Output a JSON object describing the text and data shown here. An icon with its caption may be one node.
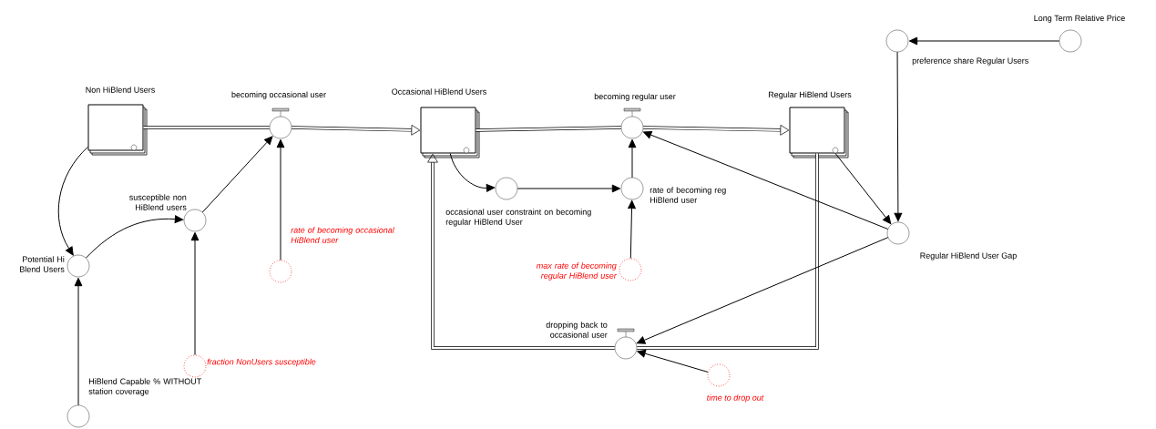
{
  "diagram": {
    "nodes": [
      {
        "text": [
          "Non HiBlend Users"
        ]
      },
      {
        "text": [
          "becoming occasional user"
        ]
      },
      {
        "text": [
          "Occasional HiBlend Users"
        ]
      },
      {
        "text": [
          "becoming regular user"
        ]
      },
      {
        "text": [
          "Regular HiBlend Users"
        ]
      },
      {
        "text": [
          "Potential  Hi Blend Users"
        ]
      },
      {
        "text": [
          "susceptible non HiBlend users"
        ]
      },
      {
        "text": [
          "rate of becoming occasional HiBlend user"
        ]
      },
      {
        "text": [
          "fraction NonUsers susceptible"
        ]
      },
      {
        "text": [
          "HiBlend Capable % WITHOUT station coverage"
        ]
      },
      {
        "text": [
          "occasional user constraint on becoming regular HiBlend User"
        ]
      },
      {
        "text": [
          "rate of becoming reg HiBlend user"
        ]
      },
      {
        "text": [
          "max rate of becoming regular HiBlend user"
        ]
      },
      {
        "text": [
          "Regular HiBlend User Gap"
        ]
      },
      {
        "text": [
          "preference share Regular Users"
        ]
      },
      {
        "text": [
          "Long Term Relative Price"
        ]
      },
      {
        "text": [
          "dropping back to occasional user"
        ]
      },
      {
        "text": [
          "time to drop out"
        ]
      }
    ],
    "edges": [
      {
        "from": 0,
        "to": 1,
        "arrow": "none",
        "style": "thick"
      },
      {
        "from": 1,
        "to": 2,
        "arrow": "to",
        "style": "thick"
      },
      {
        "from": 2,
        "to": 3,
        "arrow": "none",
        "style": "thick"
      },
      {
        "from": 3,
        "to": 4,
        "arrow": "to",
        "style": "thick"
      },
      {
        "from": 4,
        "to": 16,
        "arrow": "none",
        "style": "thick"
      },
      {
        "from": 16,
        "to": 2,
        "arrow": "to",
        "style": "thick"
      },
      {
        "from": 0,
        "to": 5,
        "arrow": "to"
      },
      {
        "from": 5,
        "to": 6,
        "arrow": "to"
      },
      {
        "from": 6,
        "to": 1,
        "arrow": "to"
      },
      {
        "from": 7,
        "to": 1,
        "arrow": "to"
      },
      {
        "from": 8,
        "to": 6,
        "arrow": "to"
      },
      {
        "from": 9,
        "to": 5,
        "arrow": "to"
      },
      {
        "from": 2,
        "to": 10,
        "arrow": "to"
      },
      {
        "from": 10,
        "to": 11,
        "arrow": "to"
      },
      {
        "from": 11,
        "to": 3,
        "arrow": "to"
      },
      {
        "from": 12,
        "to": 11,
        "arrow": "to"
      },
      {
        "from": 13,
        "to": 3,
        "arrow": "to"
      },
      {
        "from": 4,
        "to": 13,
        "arrow": "to"
      },
      {
        "from": 14,
        "to": 13,
        "arrow": "to"
      },
      {
        "from": 15,
        "to": 14,
        "arrow": "to"
      },
      {
        "from": 13,
        "to": 16,
        "arrow": "to"
      },
      {
        "from": 17,
        "to": 16,
        "arrow": "to"
      }
    ]
  }
}
